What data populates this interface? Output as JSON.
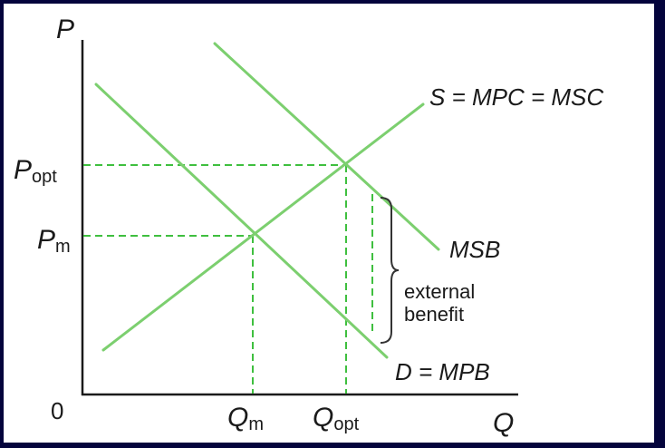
{
  "colors": {
    "background": "#04043c",
    "panel": "#ffffff",
    "curve": "#7ccf6f",
    "guide": "#3fbf3f",
    "axis": "#1a1a1a",
    "text": "#1a1a1a"
  },
  "axes": {
    "y_label": "P",
    "x_label": "Q",
    "origin_label": "0"
  },
  "curves": {
    "supply": "S = MPC = MSC",
    "msb": "MSB",
    "demand": "D = MPB"
  },
  "price_labels": {
    "p_opt": {
      "main": "P",
      "sub": "opt"
    },
    "p_m": {
      "main": "P",
      "sub": "m"
    }
  },
  "quantity_labels": {
    "q_m": {
      "main": "Q",
      "sub": "m"
    },
    "q_opt": {
      "main": "Q",
      "sub": "opt"
    }
  },
  "annotation": {
    "line1": "external",
    "line2": "benefit"
  }
}
